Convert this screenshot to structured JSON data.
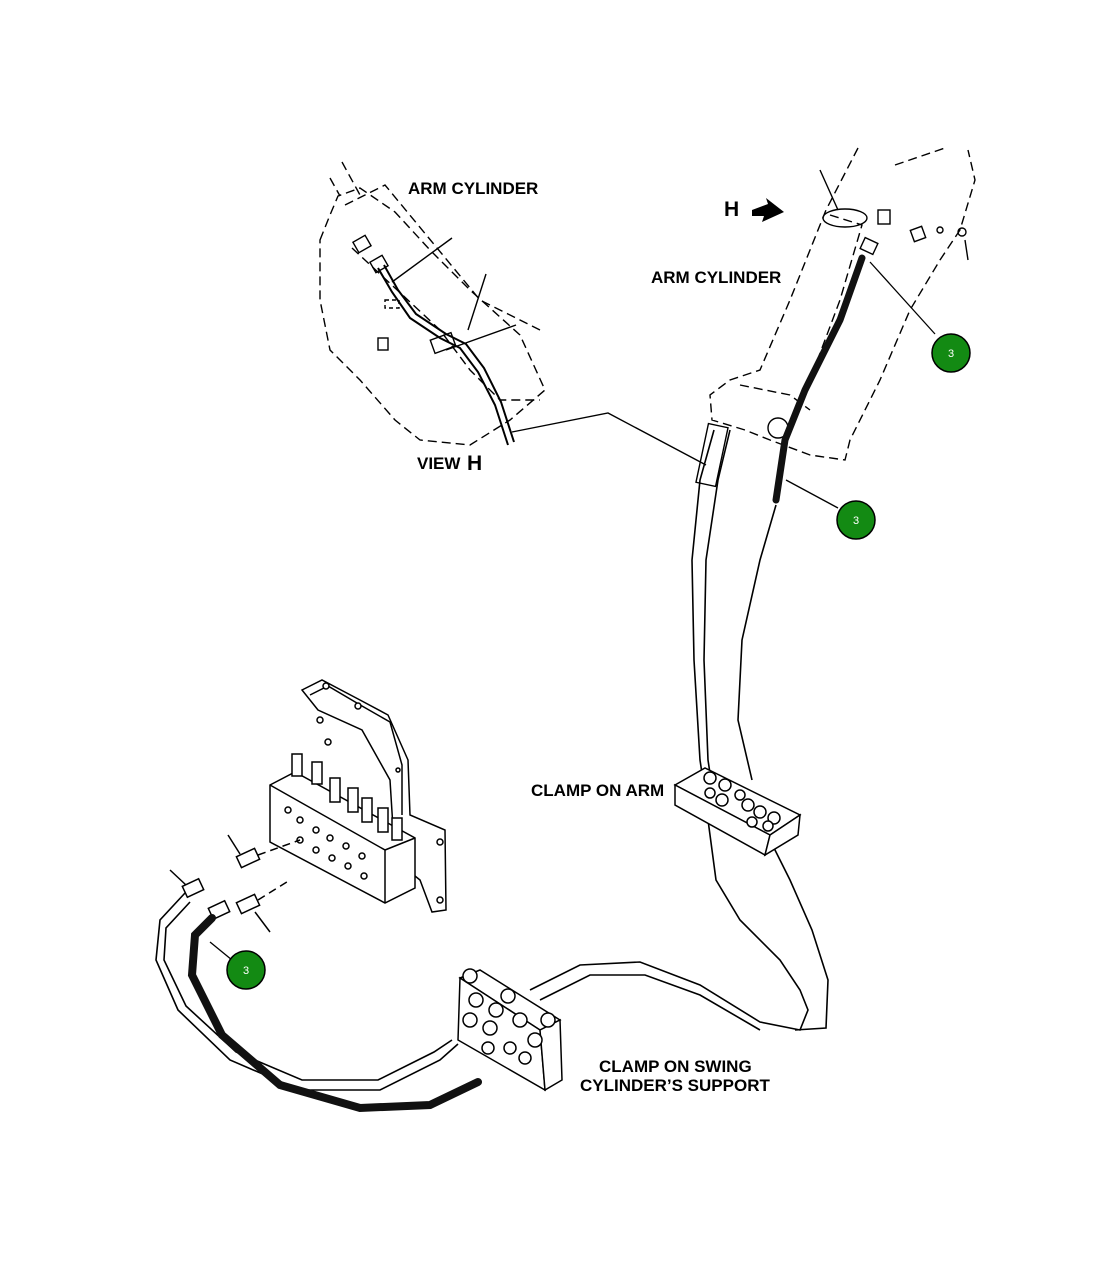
{
  "labels": {
    "arm_cylinder_view": "ARM CYLINDER",
    "arm_cylinder_main": "ARM CYLINDER",
    "view_prefix": "VIEW",
    "view_letter": "H",
    "view_arrow_letter": "H",
    "clamp_on_arm": "CLAMP ON ARM",
    "clamp_swing_line1": "CLAMP ON SWING",
    "clamp_swing_line2": "CYLINDER’S SUPPORT"
  },
  "callouts": [
    {
      "id": "callout-arm-fitting",
      "text": "3"
    },
    {
      "id": "callout-arm-hose",
      "text": "3"
    },
    {
      "id": "callout-valve-hose",
      "text": "3"
    }
  ],
  "colors": {
    "callout_fill": "#138a13",
    "callout_stroke": "#000000",
    "line": "#000000",
    "hose_dark": "#111111"
  }
}
